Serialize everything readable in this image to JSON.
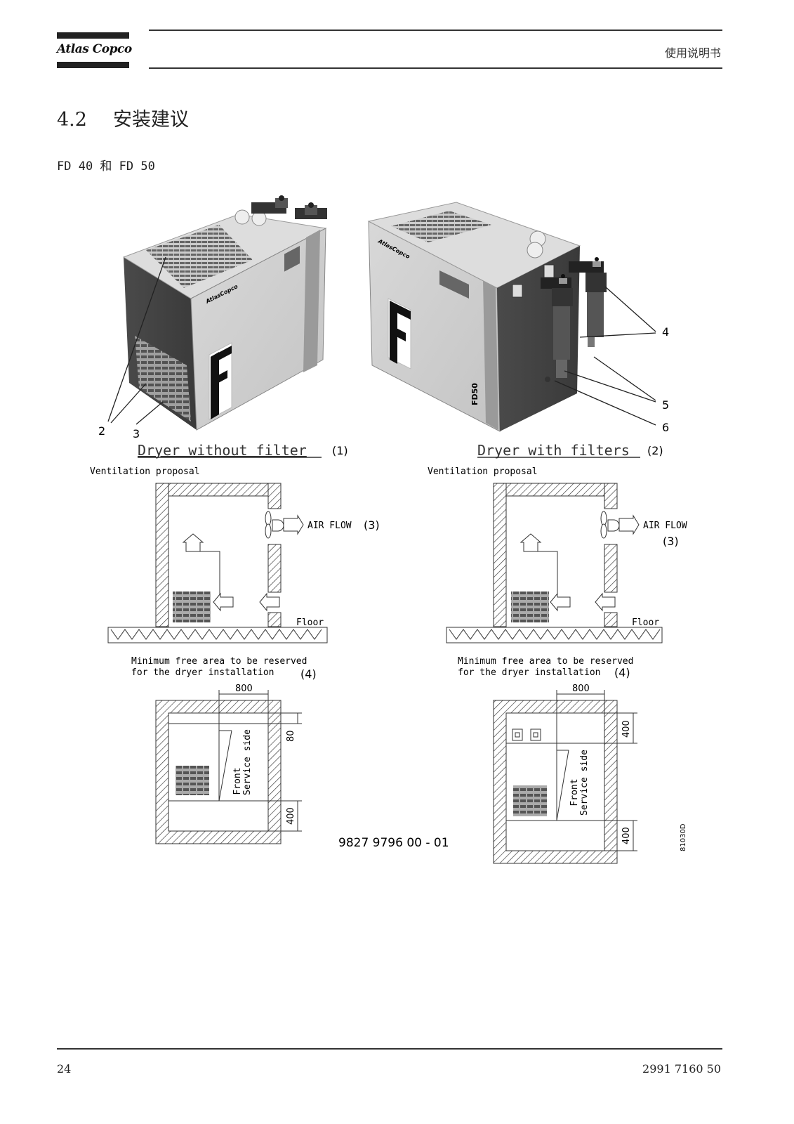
{
  "header": {
    "logo_text": "Atlas Copco",
    "doc_type": "使用说明书"
  },
  "section": {
    "number": "4.2",
    "title": "安装建议",
    "subtitle": "FD 40 和 FD 50"
  },
  "figure": {
    "left_caption": "Dryer without filter",
    "left_caption_ref": "(1)",
    "right_caption": "Dryer with filters",
    "right_caption_ref": "(2)",
    "ventilation_label": "Ventilation proposal",
    "airflow_label": "AIR FLOW",
    "airflow_ref": "(3)",
    "floor_label": "Floor",
    "min_area_line1": "Minimum free area to be reserved",
    "min_area_line2": "for the dryer installation",
    "min_area_ref": "(4)",
    "dim_800": "800",
    "dim_80": "80",
    "dim_400": "400",
    "front_label": "Front",
    "service_label": "Service side",
    "part_number": "9827 9796 00 - 01",
    "figure_code": "81030D",
    "callouts": [
      "2",
      "3",
      "4",
      "5",
      "6"
    ],
    "panel_letter": "F",
    "model_label": "FD50",
    "brand_small": "AtlasCopco"
  },
  "footer": {
    "page_number": "24",
    "doc_number": "2991 7160 50"
  }
}
